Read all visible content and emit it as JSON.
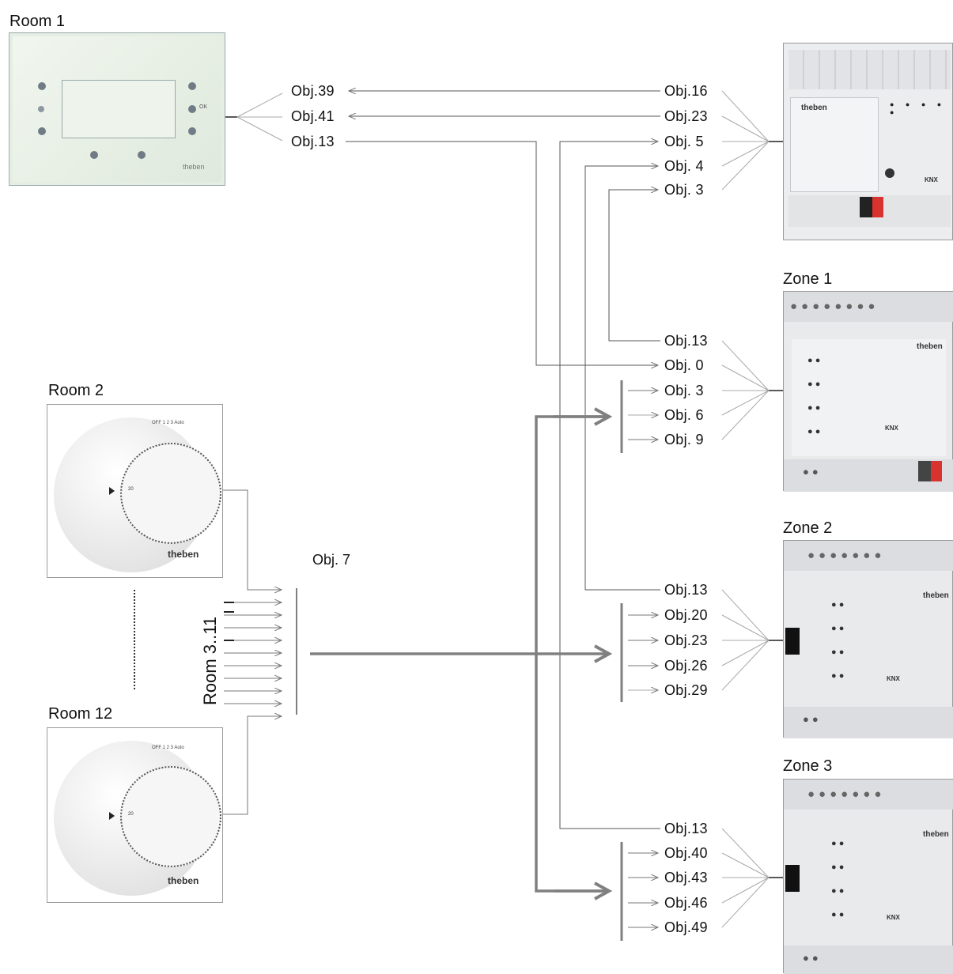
{
  "labels": {
    "room1": "Room 1",
    "room2": "Room 2",
    "room12": "Room 12",
    "room3_11": "Room 3..11",
    "zone1": "Zone 1",
    "zone2": "Zone 2",
    "zone3": "Zone 3",
    "obj7": "Obj. 7"
  },
  "room1_objects": [
    "Obj.39",
    "Obj.41",
    "Obj.13"
  ],
  "controller_objects": [
    "Obj.16",
    "Obj.23",
    "Obj. 5",
    "Obj. 4",
    "Obj. 3"
  ],
  "zone1_objects": [
    "Obj.13",
    "Obj. 0",
    "Obj. 3",
    "Obj. 6",
    "Obj. 9"
  ],
  "zone2_objects": [
    "Obj.13",
    "Obj.20",
    "Obj.23",
    "Obj.26",
    "Obj.29"
  ],
  "zone3_objects": [
    "Obj.13",
    "Obj.40",
    "Obj.43",
    "Obj.46",
    "Obj.49"
  ],
  "device_text": {
    "brand": "theben",
    "brand_knx": "KNX",
    "room1_ok": "OK",
    "thermostat_modes": "OFF 1 2 3 Auto",
    "thermostat_setpoint": "20"
  },
  "colors": {
    "thick_arrow": "#808080",
    "thin_line": "#555555",
    "faint_line": "#aaaaaa"
  }
}
